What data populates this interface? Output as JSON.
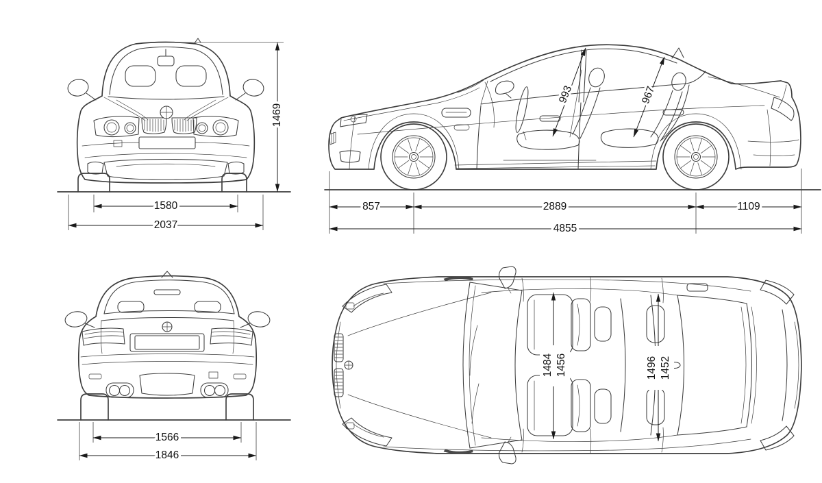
{
  "colors": {
    "background": "#ffffff",
    "line": "#3c3c3c",
    "dimension": "#1a1a1a"
  },
  "icons": {
    "brand_logo": "bmw-roundel"
  },
  "views": {
    "front": {
      "track_width": "1580",
      "overall_width_with_mirrors": "2037",
      "overall_height": "1469"
    },
    "side": {
      "front_overhang": "857",
      "wheelbase": "2889",
      "rear_overhang": "1109",
      "overall_length": "4855",
      "front_interior_height": "993",
      "rear_interior_height": "967"
    },
    "rear": {
      "track_width": "1566",
      "body_width": "1846"
    },
    "top": {
      "front_interior_width_upper": "1484",
      "front_interior_width_lower": "1456",
      "rear_interior_width_upper": "1496",
      "rear_interior_width_lower": "1452"
    }
  }
}
